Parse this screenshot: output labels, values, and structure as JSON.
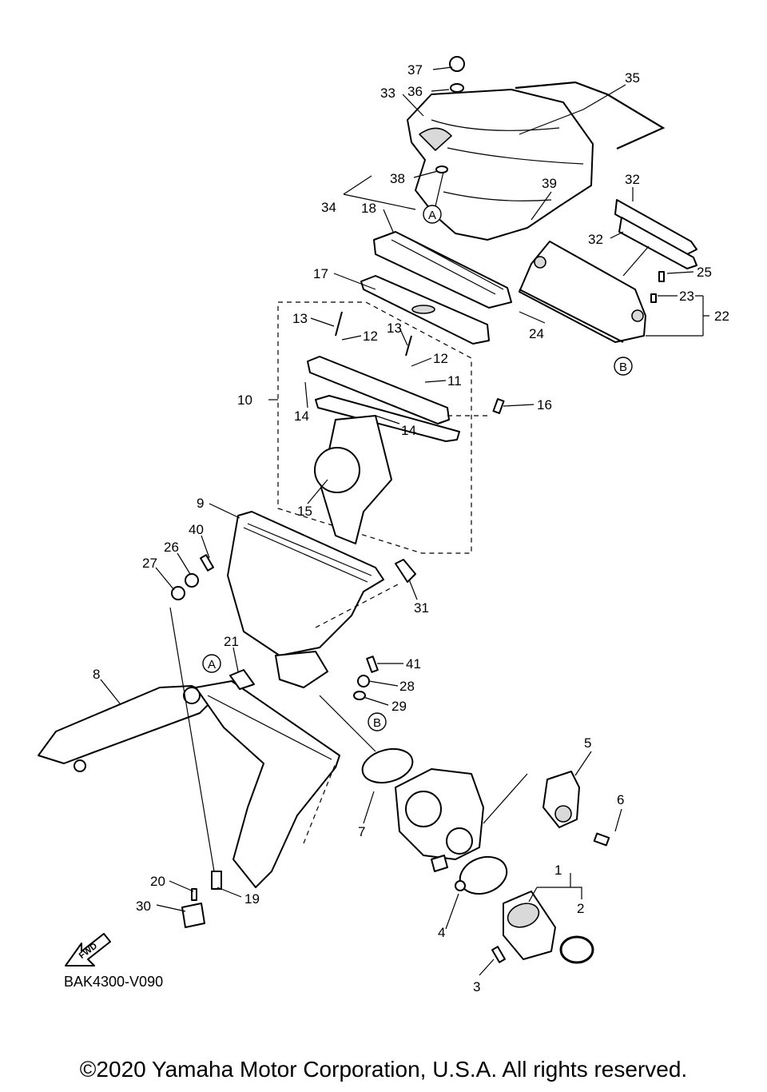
{
  "diagram": {
    "part_labels": [
      "1",
      "2",
      "3",
      "4",
      "5",
      "6",
      "7",
      "8",
      "9",
      "10",
      "11",
      "12",
      "12",
      "13",
      "13",
      "14",
      "14",
      "15",
      "16",
      "17",
      "18",
      "19",
      "20",
      "21",
      "22",
      "23",
      "24",
      "25",
      "26",
      "27",
      "28",
      "29",
      "30",
      "31",
      "32",
      "32",
      "33",
      "34",
      "35",
      "36",
      "37",
      "38",
      "39",
      "40",
      "41"
    ],
    "ref_markers": [
      "A",
      "A",
      "B",
      "B"
    ],
    "direction_label": "FWD",
    "diagram_code": "BAK4300-V090",
    "copyright": "©2020 Yamaha Motor Corporation, U.S.A. All rights reserved."
  }
}
